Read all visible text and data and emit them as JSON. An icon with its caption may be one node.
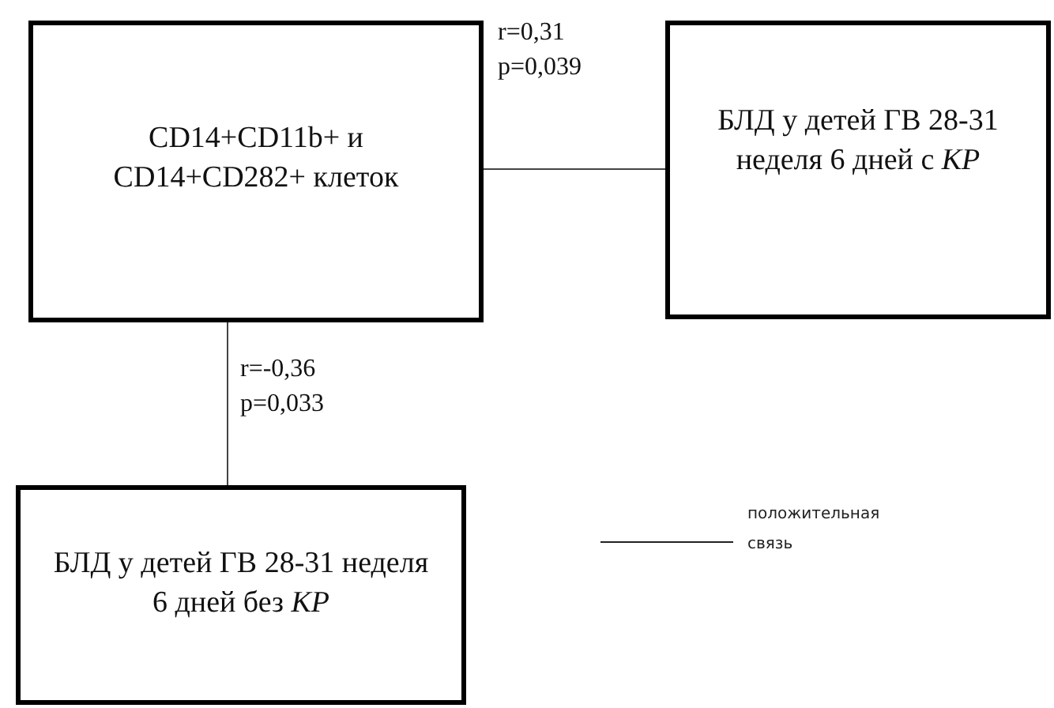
{
  "diagram": {
    "nodes": [
      {
        "text": [
          "CD14+CD11b+ и CD14+CD282+ клеток"
        ]
      },
      {
        "text": [
          "БЛД у детей ГВ 28-31 неделя 6 дней с *КР*"
        ]
      },
      {
        "text": [
          "БЛД у детей ГВ 28-31 неделя 6 дней без *КР*"
        ]
      }
    ],
    "edges": [
      {
        "from": 0,
        "to": 1,
        "arrow": "none",
        "label": "r=0,31 p=0,039"
      },
      {
        "from": 0,
        "to": 2,
        "arrow": "none",
        "label": "r=-0,36 p=0,033"
      }
    ],
    "legend": [
      {
        "text": "положительная связь"
      }
    ]
  }
}
